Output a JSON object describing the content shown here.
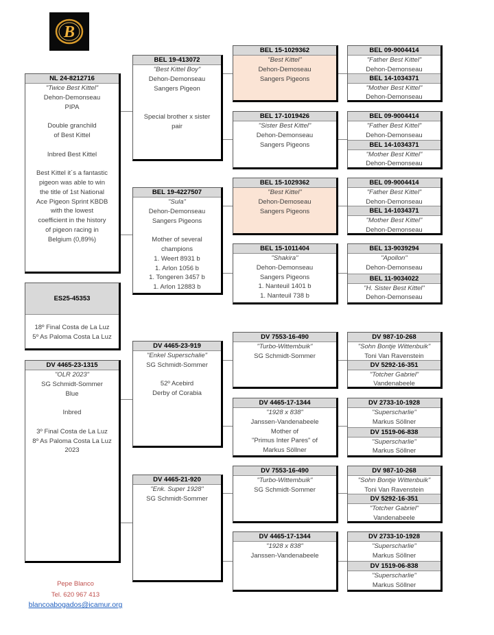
{
  "logo": {
    "letter": "B"
  },
  "subject": {
    "ring": "NL 24-8212716",
    "name": "Twice Best Kittel",
    "lines": [
      "Dehon-Demonseau",
      "PIPA",
      "",
      "Double granchild",
      "of Best Kittel",
      "",
      "Inbred Best Kittel",
      "",
      "Best Kittel it´s a fantastic",
      "pigeon was able to win",
      "the title of 1st National",
      "Ace Pigeon Sprint KBDB",
      "with the lowest",
      "coefficient in the history",
      "of pigeon racing in",
      "Belgium (0,89%)"
    ]
  },
  "offspring": {
    "ring": "ES25-45353",
    "lines": [
      "18º Final Costa de La Luz",
      "5º As Paloma Costa La Luz"
    ]
  },
  "dam": {
    "ring": "DV 4465-23-1315",
    "name": "OLR 2023",
    "lines": [
      "SG Schmidt-Sommer",
      "Blue",
      "",
      "Inbred",
      "",
      "3º Final Costa de La Luz",
      "8º As Paloma Costa La Luz",
      "2023"
    ]
  },
  "parents": [
    {
      "ring": "BEL 19-413072",
      "name": "Best Kittel Boy",
      "lines": [
        "Dehon-Demonseau",
        "Sangers Pigeon",
        "",
        "",
        "Special brother x sister",
        "pair"
      ]
    },
    {
      "ring": "BEL 19-4227507",
      "name": "Sula",
      "lines": [
        "Dehon-Demonseau",
        "Sangers Pigeons",
        "",
        "Mother of several",
        "champions",
        "1.  Weert 8931 b",
        "1. Arlon 1056 b",
        "1. Tongeren 3457 b",
        "1. Arlon 12883 b"
      ]
    },
    {
      "ring": "DV 4465-23-919",
      "name": "Enkel Superschalie",
      "lines": [
        "SG Schmidt-Sommer",
        "",
        "52º Acebird",
        "Derby of Corabia"
      ]
    },
    {
      "ring": "DV 4465-21-920",
      "name": "Enk. Super 1928",
      "lines": [
        "SG Schmidt-Sommer"
      ]
    }
  ],
  "grandparents": [
    {
      "ring": "BEL 15-1029362",
      "name": "Best Kittel",
      "highlight": true,
      "lines": [
        "Dehon-Demoseau",
        "Sangers Pigeons"
      ]
    },
    {
      "ring": "BEL 17-1019426",
      "name": "Sister Best Kittel",
      "lines": [
        "Dehon-Demonseau",
        "Sangers Pigeons"
      ]
    },
    {
      "ring": "BEL 15-1029362",
      "name": "Best Kittel",
      "highlight": true,
      "lines": [
        "Dehon-Demoseau",
        "Sangers Pigeons"
      ]
    },
    {
      "ring": "BEL 15-1011404",
      "name": "Shakira",
      "lines": [
        "Dehon-Demonseau",
        "Sangers Pigeons",
        "1. Nanteuil 1401 b",
        "1. Nanteuil 738 b"
      ]
    },
    {
      "ring": "DV 7553-16-490",
      "name": "Turbo-Wittembuik",
      "lines": [
        "SG Schmidt-Sommer"
      ]
    },
    {
      "ring": "DV 4465-17-1344",
      "name": "1928 x 838",
      "lines": [
        "Janssen-Vandenabeele",
        "Mother of",
        "\"Primus Inter Pares\" of",
        "Markus Söllner"
      ]
    },
    {
      "ring": "DV 7553-16-490",
      "name": "Turbo-Wittembuik",
      "lines": [
        "SG Schmidt-Sommer"
      ]
    },
    {
      "ring": "DV 4465-17-1344",
      "name": "1928 x 838",
      "lines": [
        "Janssen-Vandenabeele"
      ]
    }
  ],
  "great_grandparents": [
    [
      {
        "ring": "BEL 09-9004414",
        "name": "Father Best Kittel",
        "lines": [
          "Dehon-Demonseau"
        ]
      },
      {
        "ring": "BEL 14-1034371",
        "name": "Mother Best Kittel",
        "lines": [
          "Dehon-Demonseau"
        ]
      }
    ],
    [
      {
        "ring": "BEL 09-9004414",
        "name": "Father Best Kittel",
        "lines": [
          "Dehon-Demonseau"
        ]
      },
      {
        "ring": "BEL 14-1034371",
        "name": "Mother Best Kittel",
        "lines": [
          "Dehon-Demonseau"
        ]
      }
    ],
    [
      {
        "ring": "BEL 09-9004414",
        "name": "Father Best Kittel",
        "lines": [
          "Dehon-Demonseau"
        ]
      },
      {
        "ring": "BEL 14-1034371",
        "name": "Mother Best Kittel",
        "lines": [
          "Dehon-Demonseau"
        ]
      }
    ],
    [
      {
        "ring": "BEL 13-9039294",
        "name": "Apollon",
        "lines": [
          "Dehon-Demonseau"
        ]
      },
      {
        "ring": "BEL 11-9034022",
        "name": "H. Sister Best Kittel",
        "lines": [
          "Dehon-Demonseau"
        ]
      }
    ],
    [
      {
        "ring": "DV 987-10-268",
        "name": "Sohn Bontje Wittenbuik",
        "lines": [
          "Toni Van Ravenstein"
        ]
      },
      {
        "ring": "DV 5292-16-351",
        "name": "Totcher Gabriel",
        "lines": [
          "Vandenabeele"
        ]
      }
    ],
    [
      {
        "ring": "DV 2733-10-1928",
        "name": "Superscharlie",
        "lines": [
          "Markus Söllner"
        ]
      },
      {
        "ring": "DV 1519-06-838",
        "name": "Superscharlie",
        "lines": [
          "Markus Söllner"
        ]
      }
    ],
    [
      {
        "ring": "DV 987-10-268",
        "name": "Sohn Bontje Wittenbuik",
        "lines": [
          "Toni Van Ravenstein"
        ]
      },
      {
        "ring": "DV 5292-16-351",
        "name": "Totcher Gabriel",
        "lines": [
          "Vandenabeele"
        ]
      }
    ],
    [
      {
        "ring": "DV 2733-10-1928",
        "name": "Superscharlie",
        "lines": [
          "Markus Söllner"
        ]
      },
      {
        "ring": "DV 1519-06-838",
        "name": "Superscharlie",
        "lines": [
          "Markus Söllner"
        ]
      }
    ]
  ],
  "contact": {
    "name": "Pepe Blanco",
    "phone": "Tel. 620 967 413",
    "email": "blancoabogados@icamur.org"
  },
  "colors": {
    "header_gray": "#d9d9d9",
    "highlight": "#fbe4d5",
    "contact_red": "#c0504d",
    "link_blue": "#1f5fbf"
  }
}
